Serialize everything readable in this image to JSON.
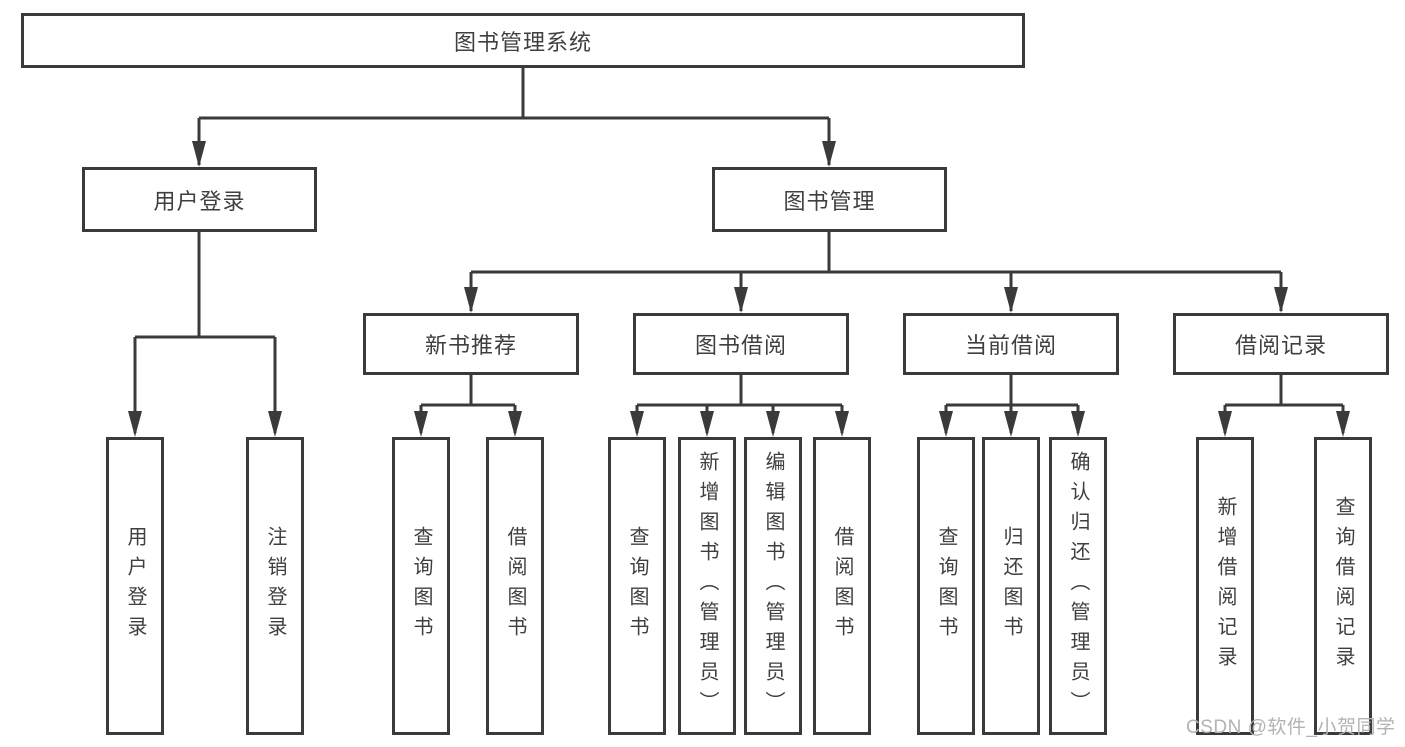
{
  "diagram": {
    "root": {
      "label": "图书管理系统"
    },
    "level2": [
      {
        "id": "user-login",
        "label": "用户登录"
      },
      {
        "id": "book-management",
        "label": "图书管理"
      }
    ],
    "level3": [
      {
        "id": "new-book-recommend",
        "label": "新书推荐"
      },
      {
        "id": "book-borrow",
        "label": "图书借阅"
      },
      {
        "id": "current-borrow",
        "label": "当前借阅"
      },
      {
        "id": "borrow-records",
        "label": "借阅记录"
      }
    ],
    "leaves": [
      {
        "parent": "user-login",
        "label": "用户登录"
      },
      {
        "parent": "user-login",
        "label": "注销登录"
      },
      {
        "parent": "new-book-recommend",
        "label": "查询图书"
      },
      {
        "parent": "new-book-recommend",
        "label": "借阅图书"
      },
      {
        "parent": "book-borrow",
        "label": "查询图书"
      },
      {
        "parent": "book-borrow",
        "label": "新增图书（管理员）"
      },
      {
        "parent": "book-borrow",
        "label": "编辑图书（管理员）"
      },
      {
        "parent": "book-borrow",
        "label": "借阅图书"
      },
      {
        "parent": "current-borrow",
        "label": "查询图书"
      },
      {
        "parent": "current-borrow",
        "label": "归还图书"
      },
      {
        "parent": "current-borrow",
        "label": "确认归还（管理员）"
      },
      {
        "parent": "borrow-records",
        "label": "新增借阅记录"
      },
      {
        "parent": "borrow-records",
        "label": "查询借阅记录"
      }
    ]
  },
  "watermark": {
    "text": "CSDN @软件_小贺同学",
    "color": "#b3b3b3"
  },
  "colors": {
    "line": "#3a3a3a",
    "text": "#3f3f3f",
    "background": "#ffffff"
  }
}
